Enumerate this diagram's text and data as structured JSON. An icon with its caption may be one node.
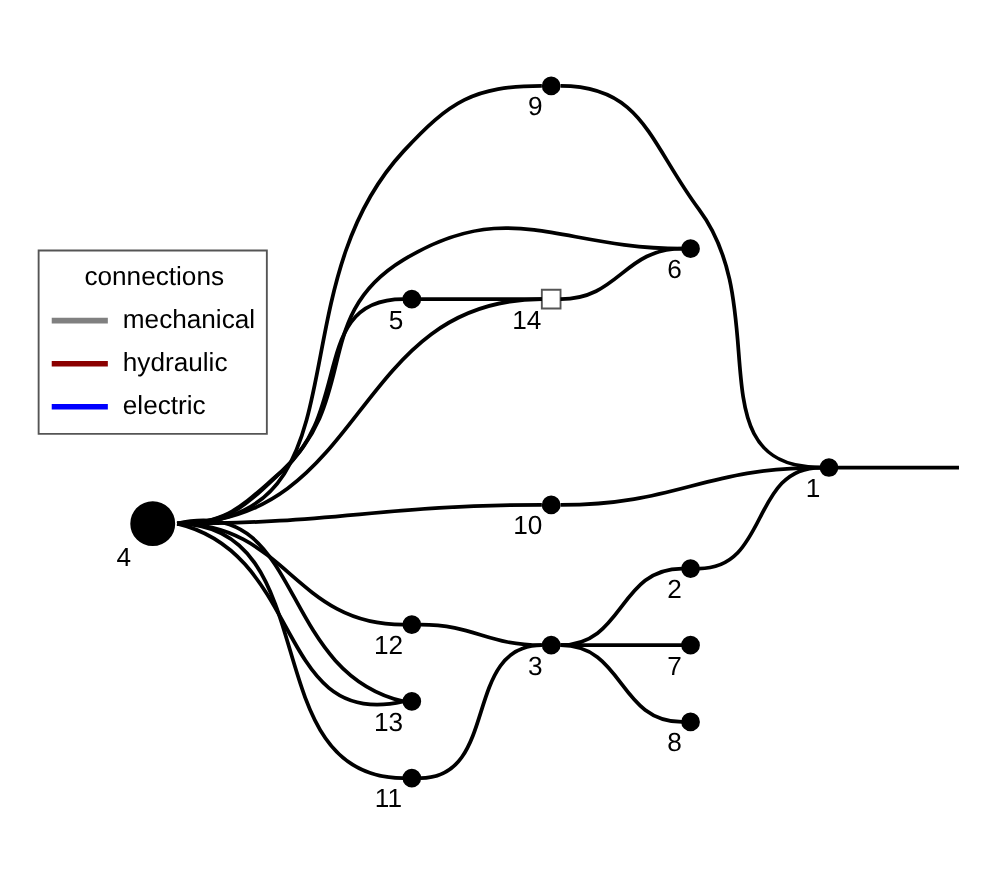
{
  "diagram": {
    "nodes": [
      {
        "text": [],
        "shape": "circle",
        "beside": [
          "1"
        ]
      },
      {
        "text": [],
        "shape": "circle",
        "beside": [
          "2"
        ]
      },
      {
        "text": [],
        "shape": "circle",
        "beside": [
          "3"
        ]
      },
      {
        "text": [],
        "shape": "circle",
        "beside": [
          "4"
        ]
      },
      {
        "text": [],
        "shape": "circle",
        "beside": [
          "5"
        ]
      },
      {
        "text": [],
        "shape": "circle",
        "beside": [
          "6"
        ]
      },
      {
        "text": [],
        "shape": "circle",
        "beside": [
          "7"
        ]
      },
      {
        "text": [],
        "shape": "circle",
        "beside": [
          "8"
        ]
      },
      {
        "text": [],
        "shape": "circle",
        "beside": [
          "9"
        ]
      },
      {
        "text": [],
        "shape": "circle",
        "beside": [
          "10"
        ]
      },
      {
        "text": [],
        "shape": "circle",
        "beside": [
          "11"
        ]
      },
      {
        "text": [],
        "shape": "circle",
        "beside": [
          "12"
        ]
      },
      {
        "text": [],
        "shape": "circle",
        "beside": [
          "13"
        ]
      },
      {
        "text": [],
        "shape": "box",
        "beside": [
          "14"
        ]
      }
    ],
    "edges": [
      {
        "from": 4,
        "to": 13,
        "arrow": "none"
      },
      {
        "from": 13,
        "to": 5,
        "arrow": "none"
      },
      {
        "from": 3,
        "to": 13,
        "arrow": "none"
      },
      {
        "from": 3,
        "to": 4,
        "arrow": "none"
      },
      {
        "from": 3,
        "to": 5,
        "arrow": "none"
      },
      {
        "from": 3,
        "to": 11,
        "arrow": "none"
      },
      {
        "from": 11,
        "to": 2,
        "arrow": "none"
      },
      {
        "from": 3,
        "to": 10,
        "arrow": "none"
      },
      {
        "from": 10,
        "to": 2,
        "arrow": "none"
      },
      {
        "from": 3,
        "to": 12,
        "arrow": "none"
      },
      {
        "from": 3,
        "to": 12,
        "arrow": "none"
      },
      {
        "from": 3,
        "to": 9,
        "arrow": "none"
      },
      {
        "from": 3,
        "to": 8,
        "arrow": "none"
      },
      {
        "from": 9,
        "to": 0,
        "arrow": "none"
      },
      {
        "from": 8,
        "to": 0,
        "arrow": "none"
      },
      {
        "from": 2,
        "to": 6,
        "arrow": "none"
      },
      {
        "from": 2,
        "to": 7,
        "arrow": "none"
      },
      {
        "from": 2,
        "to": 1,
        "arrow": "none"
      },
      {
        "from": 1,
        "to": 0,
        "arrow": "none"
      },
      {
        "from": 0,
        "to": null,
        "arrow": "none"
      }
    ],
    "labels": [
      "connections"
    ],
    "legend": [
      {
        "text": "mechanical",
        "color": "#808080"
      },
      {
        "text": "hydraulic",
        "color": "#8b0000"
      },
      {
        "text": "electric",
        "color": "#0000ff"
      }
    ]
  }
}
